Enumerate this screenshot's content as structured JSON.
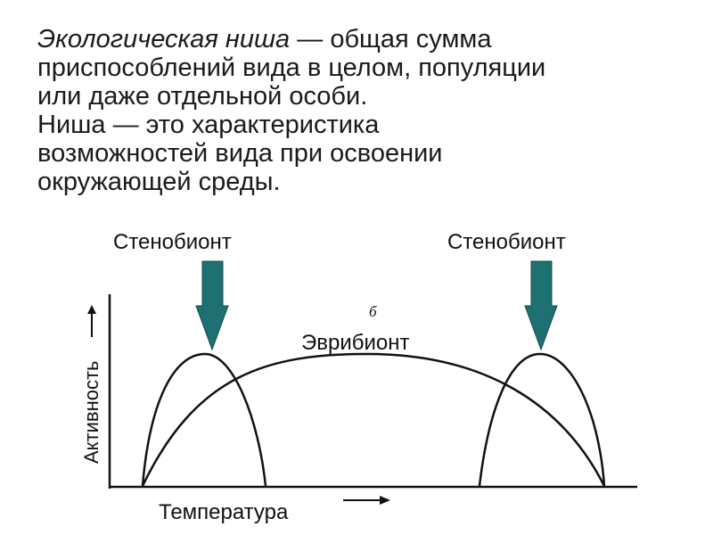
{
  "definition": {
    "term": "Экологическая ниша",
    "line1_rest": " — общая сумма",
    "line2": "приспособлений вида в целом, популяции",
    "line3": "или даже отдельной особи."
  },
  "characteristic": {
    "line1": "Ниша — это характеристика",
    "line2": "возможностей вида при освоении",
    "line3": "окружающей среды."
  },
  "diagram": {
    "stenobiont_left_label": "Стенобионт",
    "stenobiont_right_label": "Стенобионт",
    "eurybiont_label": "Эврибионт",
    "panel_letter": "б",
    "y_axis_label": "Активность",
    "x_axis_label": "Температура",
    "arrow_color": "#1f7070",
    "curve_color": "#111111"
  }
}
